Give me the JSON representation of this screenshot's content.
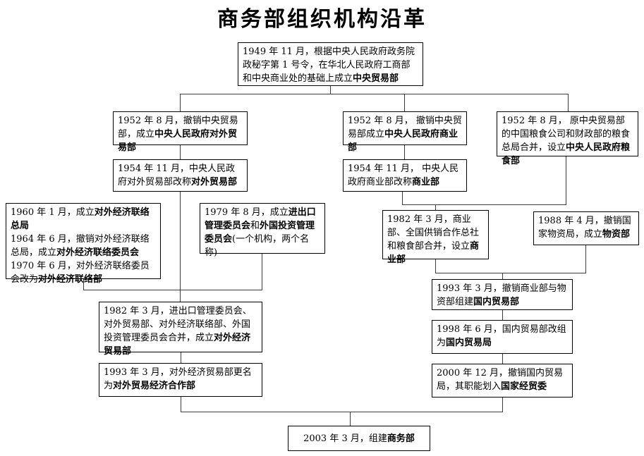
{
  "title": "商务部组织机构沿革",
  "colors": {
    "foreground": "#000000",
    "background": "#ffffff",
    "box_border": "#000000",
    "connector": "#3c3c3c"
  },
  "nodes": {
    "b1949": {
      "segments": [
        {
          "text": "1949 年 11 月，根据中央人民政府政务院政秘字第 1 号令，在华北人民政府工商部和中央商业处的基础上成立"
        },
        {
          "text": "中央贸易部",
          "bold": true
        }
      ]
    },
    "b1952L": {
      "segments": [
        {
          "text": "1952 年 8 月，撤销中央贸易部，成立"
        },
        {
          "text": "中央人民政府对外贸易部",
          "bold": true
        }
      ]
    },
    "b1952M": {
      "segments": [
        {
          "text": "1952 年 8 月， 撤销中央贸易部成立"
        },
        {
          "text": "中央人民政府商业部",
          "bold": true
        }
      ]
    },
    "b1952R": {
      "segments": [
        {
          "text": "1952 年 8 月， 原中央贸易部的中国粮食公司和财政部的粮食总局合并，设立"
        },
        {
          "text": "中央人民政府粮食部",
          "bold": true
        }
      ]
    },
    "b1954L": {
      "segments": [
        {
          "text": "1954 年 11 月，中央人民政府对外贸易部改称"
        },
        {
          "text": "对外贸易部",
          "bold": true
        }
      ]
    },
    "b1954M": {
      "segments": [
        {
          "text": "1954 年 11 月， 中央人民政府商业部改称"
        },
        {
          "text": "商业部",
          "bold": true
        }
      ]
    },
    "b1960": {
      "segments": [
        {
          "text": "1960 年 1 月，成立"
        },
        {
          "text": "对外经济联络总局",
          "bold": true
        },
        {
          "break": true
        },
        {
          "text": "1964 年 6 月，撤销对外经济联络总局，成立"
        },
        {
          "text": "对外经济联络委员会",
          "bold": true
        },
        {
          "break": true
        },
        {
          "text": "1970 年 6 月，对外经济联络委员会改为"
        },
        {
          "text": "对外经济联络部",
          "bold": true
        }
      ]
    },
    "b1979": {
      "segments": [
        {
          "text": "1979 年 8 月，成立"
        },
        {
          "text": "进出口管理委员会",
          "bold": true
        },
        {
          "text": "和"
        },
        {
          "text": "外国投资管理委员会",
          "bold": true
        },
        {
          "text": "(一个机构，两个名称)"
        }
      ]
    },
    "b1982M": {
      "segments": [
        {
          "text": "1982 年 3 月，商业部、全国供销合作总社和粮食部合并，设立"
        },
        {
          "text": "商业部",
          "bold": true
        }
      ]
    },
    "b1988": {
      "segments": [
        {
          "text": "1988 年 4 月，撤销国家物资局，成立"
        },
        {
          "text": "物资部",
          "bold": true
        }
      ]
    },
    "b1993R": {
      "segments": [
        {
          "text": "1993 年 3 月，撤销商业部与物资部组建"
        },
        {
          "text": "国内贸易部",
          "bold": true
        }
      ]
    },
    "b1982L": {
      "segments": [
        {
          "text": "1982 年 3 月，进出口管理委员会、对外贸易部、对外经济联络部、外国投资管理委员会合并，成立"
        },
        {
          "text": "对外经济贸易部",
          "bold": true
        }
      ]
    },
    "b1998": {
      "segments": [
        {
          "text": "1998 年 6 月，国内贸易部改组为"
        },
        {
          "text": "国内贸易局",
          "bold": true
        }
      ]
    },
    "b1993L": {
      "segments": [
        {
          "text": "1993 年 3 月，对外经济贸易部更名为"
        },
        {
          "text": "对外贸易经济合作部",
          "bold": true
        }
      ]
    },
    "b2000": {
      "segments": [
        {
          "text": "2000 年 12 月，撤销国内贸易局，其职能划入"
        },
        {
          "text": "国家经贸委",
          "bold": true
        }
      ]
    },
    "b2003": {
      "segments": [
        {
          "text": "2003 年 3 月，组建"
        },
        {
          "text": "商务部",
          "bold": true
        }
      ]
    }
  }
}
